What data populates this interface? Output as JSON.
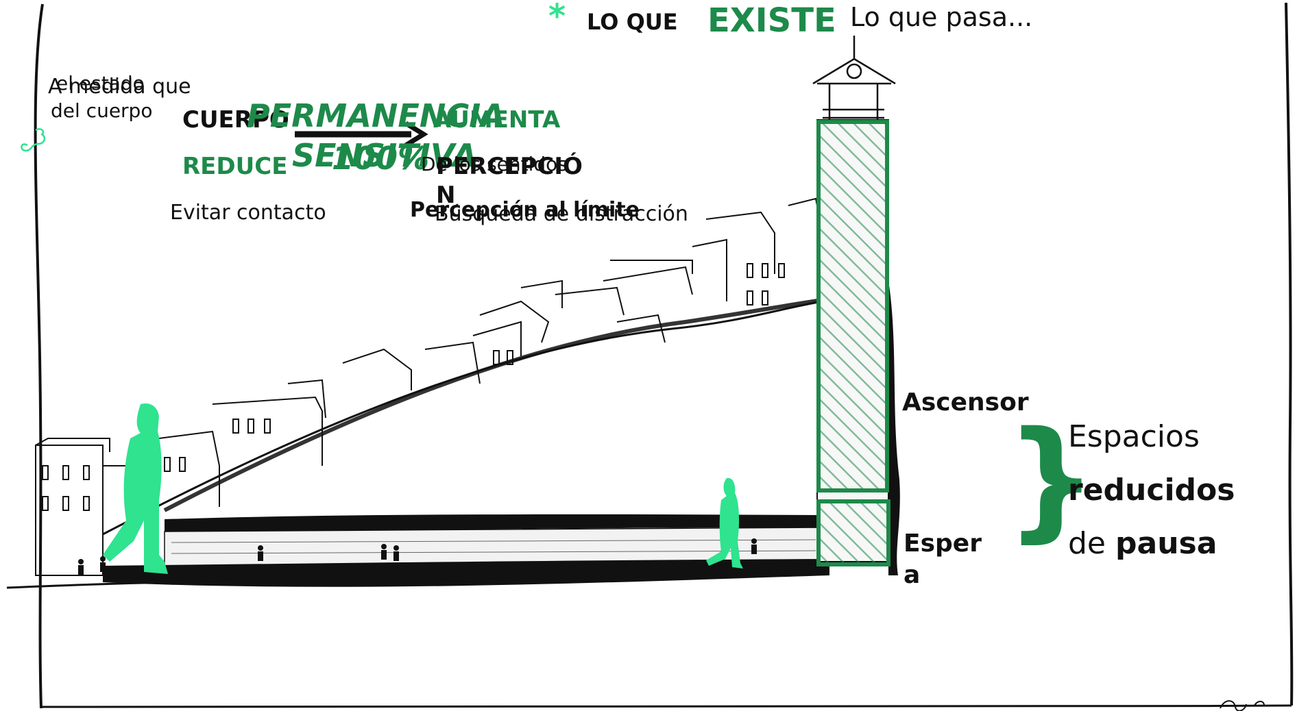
{
  "header": {
    "asterisk": "*",
    "lo_que": "LO QUE",
    "existe": "EXISTE",
    "lo_que_pasa": "Lo que pasa..."
  },
  "left_notes": {
    "a_medida_que": "A medida que",
    "el_estado": "el estado",
    "del_cuerpo": "del cuerpo"
  },
  "concepts": {
    "cuerpo": "CUERPO",
    "permanencia": "PERMANENCIA",
    "sensitiva": "SENSITIVA",
    "percent": "100%",
    "aumenta": "AUMENTA",
    "reduce": "REDUCE",
    "de_los_sentidos": "De los sentidos",
    "percepcion": "PERCEPCIÓ",
    "percepcion_n": "N",
    "evitar_contacto": "Evitar contacto",
    "percepcion_limite": "Percepción al límite",
    "busqueda": "Búsqueda de distracción"
  },
  "labels": {
    "ascensor": "Ascensor",
    "espera_1": "Esper",
    "espera_2": "a"
  },
  "side_note": {
    "line1": "Espacios",
    "line2": "reducidos",
    "line3_a": "de ",
    "line3_b": "pausa"
  },
  "colors": {
    "accent_green": "#1d8a4a",
    "mint": "#2fe38f",
    "ink": "#111111"
  }
}
